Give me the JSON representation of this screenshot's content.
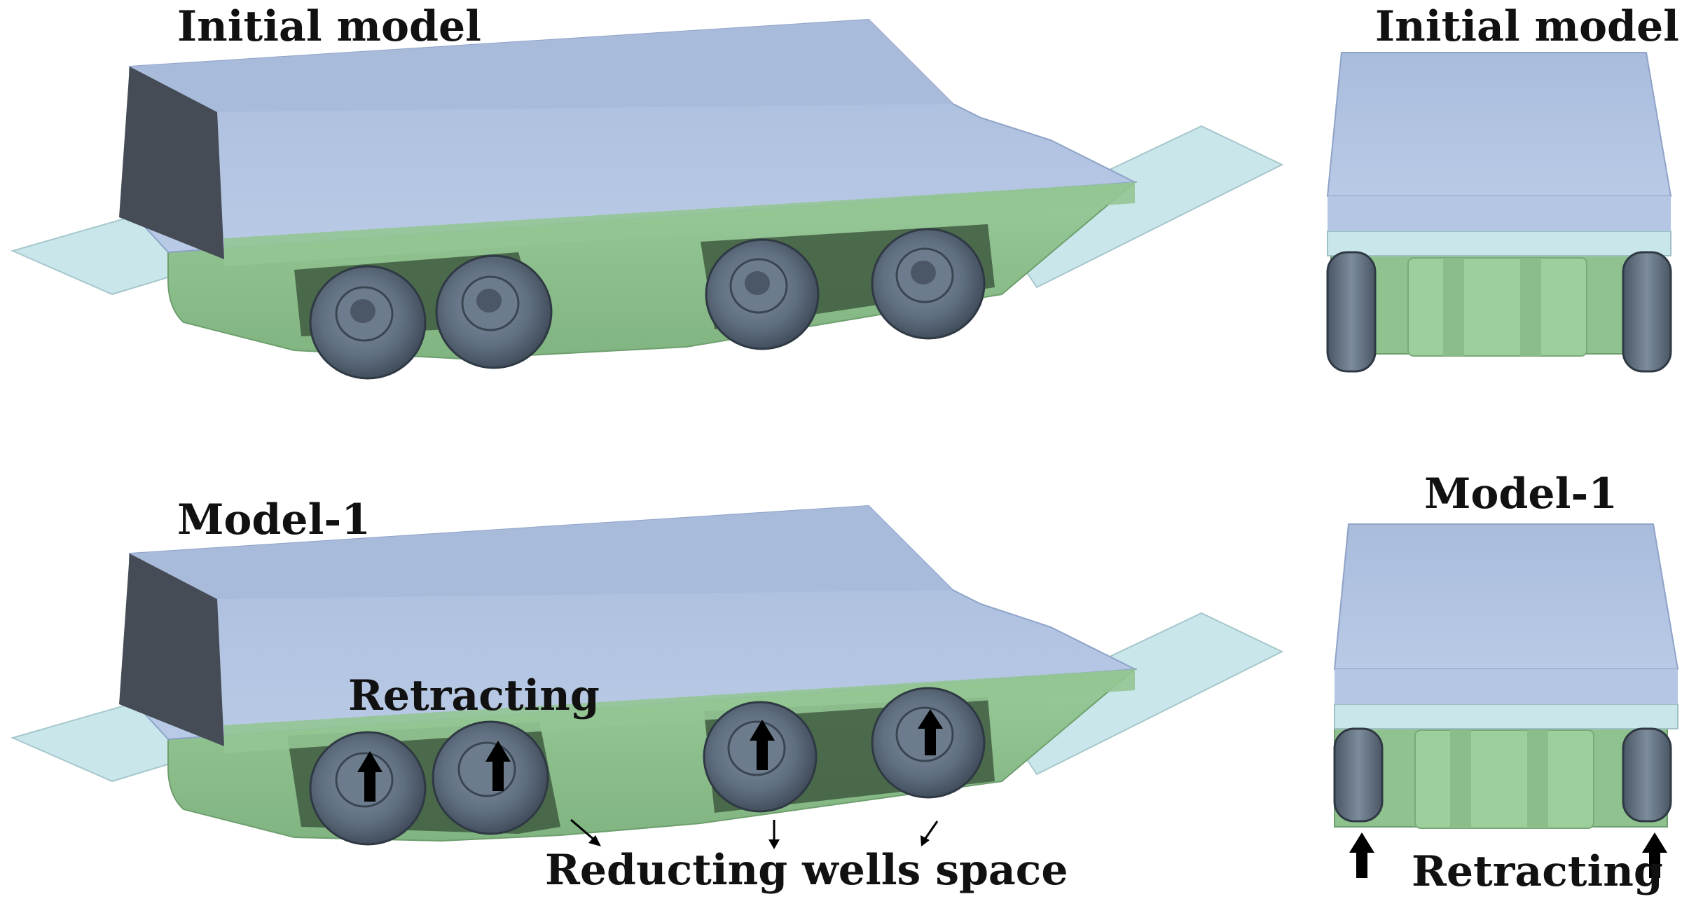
{
  "labels": {
    "side_top_title": "Initial model",
    "front_top_title": "Initial model",
    "side_bottom_title": "Model-1",
    "front_bottom_title": "Model-1",
    "retracting_side": "Retracting",
    "reducing_wells": "Reducting wells space",
    "retracting_front": "Retracting"
  },
  "colors": {
    "upper_body": "#b2c4e2",
    "upper_body_dark": "#9fb3d6",
    "rear_face": "#454c55",
    "lower_hull": "#8fc28f",
    "lower_hull_dark": "#6e9e6e",
    "wheel_well_dark": "#3e5a3e",
    "flap": "#c9e7ea",
    "wheel": "#5f6f80",
    "wheel_dark": "#404c5a",
    "arrow": "#000000"
  }
}
